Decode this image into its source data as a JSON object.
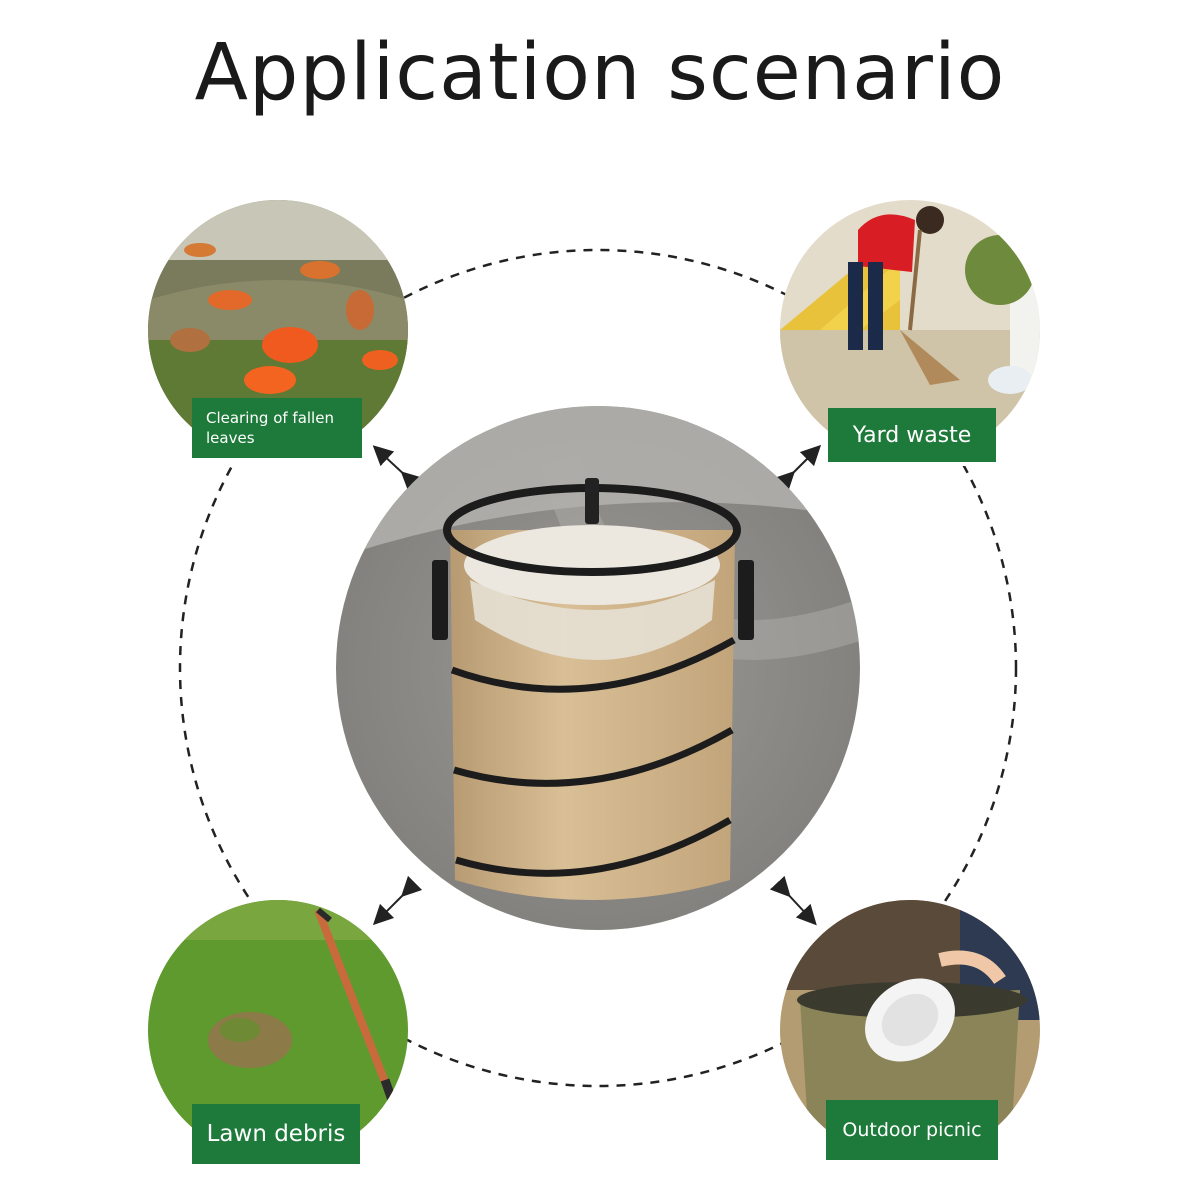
{
  "title": "Application scenario",
  "scenarios": {
    "top_left": {
      "label": "Clearing of fallen leaves"
    },
    "top_right": {
      "label": "Yard waste"
    },
    "bottom_left": {
      "label": "Lawn debris"
    },
    "bottom_right": {
      "label": "Outdoor picnic"
    }
  },
  "colors": {
    "badge_green": "#1e7a3a",
    "title": "#1a1a1a",
    "dashed_line": "#222222"
  },
  "center_product": "pop-up-garden-waste-bag"
}
